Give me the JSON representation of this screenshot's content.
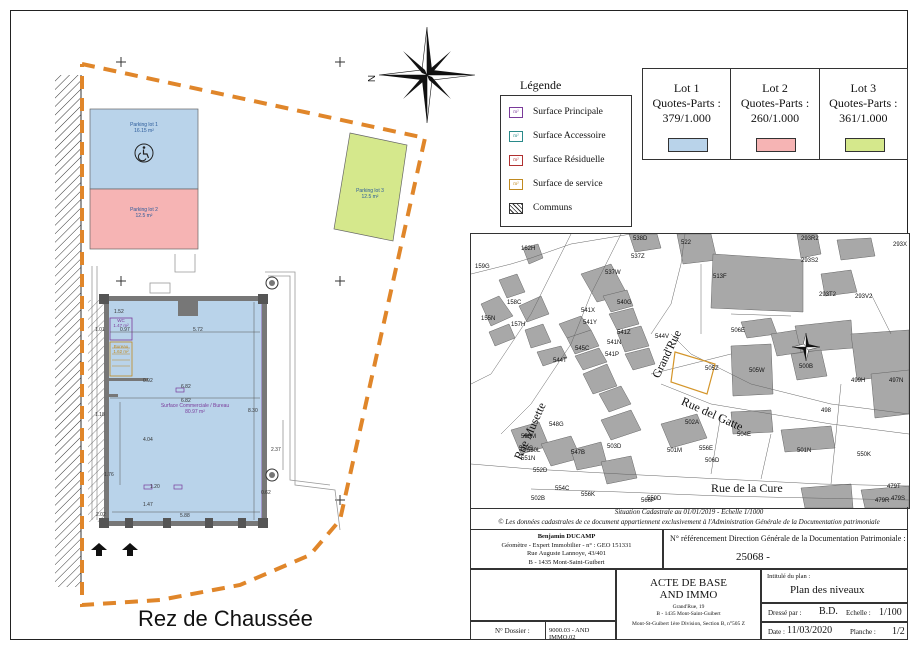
{
  "plan": {
    "title": "Rez de Chaussée",
    "parking": {
      "p1_label": "Parking lot 1",
      "p1_area": "16.15 m²",
      "p2_label": "Parking lot 2",
      "p2_area": "12.5 m²",
      "p3_label": "Parking lot 3",
      "p3_area": "12.5 m²"
    },
    "rooms": {
      "main_label": "Surface Commerciale / Bureau",
      "main_area": "80.97 m²",
      "wc_label": "WC",
      "wc_area": "1.47 m²",
      "bureau_label": "Bureau",
      "bureau_area": "1.62 m²"
    },
    "dims": {
      "d572": "5.72",
      "d682a": "6.82",
      "d682b": "6.82",
      "d830": "8.30",
      "d404": "4.04",
      "d092": "0.92",
      "d152": "1.52",
      "d097": "0.97",
      "d120": "1.20",
      "d147": "1.47",
      "d588": "5.88",
      "d237": "2.37",
      "d062": "0.62",
      "d118": "1.18",
      "d176": "1.76",
      "d202": "2.02",
      "d017": "1.01"
    }
  },
  "legend": {
    "title": "Légende",
    "items": [
      {
        "label": "Surface Principale",
        "color": "#7a3a9a",
        "sym": "m²"
      },
      {
        "label": "Surface Accessoire",
        "color": "#2a8a8a",
        "sym": "m²"
      },
      {
        "label": "Surface Résiduelle",
        "color": "#b03030",
        "sym": "m²"
      },
      {
        "label": "Surface de service",
        "color": "#c08a20",
        "sym": "m²"
      },
      {
        "label": "Communs",
        "color": "#333333",
        "sym": ""
      }
    ]
  },
  "lots": [
    {
      "name": "Lot 1",
      "qp": "Quotes-Parts :",
      "value": "379/1.000",
      "color": "#b9d3ea"
    },
    {
      "name": "Lot 2",
      "qp": "Quotes-Parts :",
      "value": "260/1.000",
      "color": "#f6b4b4"
    },
    {
      "name": "Lot 3",
      "qp": "Quotes-Parts :",
      "value": "361/1.000",
      "color": "#d5e88c"
    }
  ],
  "cadastre": {
    "streets": [
      "Rue Musette",
      "Grand'Rue",
      "Rue del Gatte",
      "Rue de la Cure"
    ],
    "parcels": [
      "162H",
      "159G",
      "538D",
      "537Z",
      "537W",
      "522",
      "513F",
      "293R2",
      "293S2",
      "293X",
      "293T2",
      "293V2",
      "158C",
      "155N",
      "157H",
      "541X",
      "540G",
      "541Y",
      "541Z",
      "541N",
      "541P",
      "545C",
      "544T",
      "544V",
      "505Z",
      "506E",
      "505W",
      "500B",
      "499H",
      "497N",
      "498",
      "548G",
      "550M",
      "550L",
      "550S",
      "547B",
      "503D",
      "502A",
      "504E",
      "501M",
      "501N",
      "550K",
      "551N",
      "552D",
      "554C",
      "556K",
      "502B",
      "506D",
      "556E",
      "479S",
      "479R",
      "479T",
      "566P",
      "559D"
    ],
    "caption1": "Situation Cadastrale au 01/01/2019 - Echelle 1/1000",
    "caption2": "© Les données cadastrales de ce document appartiennent exclusivement à l'Administration Générale de la Documentation patrimoniale"
  },
  "titleblock": {
    "geometre_name": "Benjamin DUCAMP",
    "geometre_title": "Géomètre - Expert Immobilier - n° : GEO 151331",
    "geometre_addr1": "Rue Auguste Lannoye, 43/401",
    "geometre_addr2": "B - 1435 Mont-Saint-Guibert",
    "ref_label": "N° référencement Direction Générale de la Documentation Patrimoniale :",
    "ref_value": "25068 -",
    "acte1": "ACTE DE BASE",
    "acte2": "AND IMMO",
    "addr1": "Grand'Rue, 19",
    "addr2": "B - 1435 Mont-Saint-Guibert",
    "addr3": "Mont-St-Guibert 1ère Division, Section B, n°505 Z",
    "intitule_label": "Intitulé du plan :",
    "intitule_value": "Plan des niveaux",
    "dresse_label": "Dressé par :",
    "dresse_value": "B.D.",
    "echelle_label": "Echelle :",
    "echelle_value": "1/100",
    "date_label": "Date :",
    "date_value": "11/03/2020",
    "planche_label": "Planche :",
    "planche_value": "1/2",
    "dossier_label": "N° Dossier :",
    "dossier_value": "9000.03 - AND IMMO.02"
  },
  "north": {
    "label": "N"
  }
}
